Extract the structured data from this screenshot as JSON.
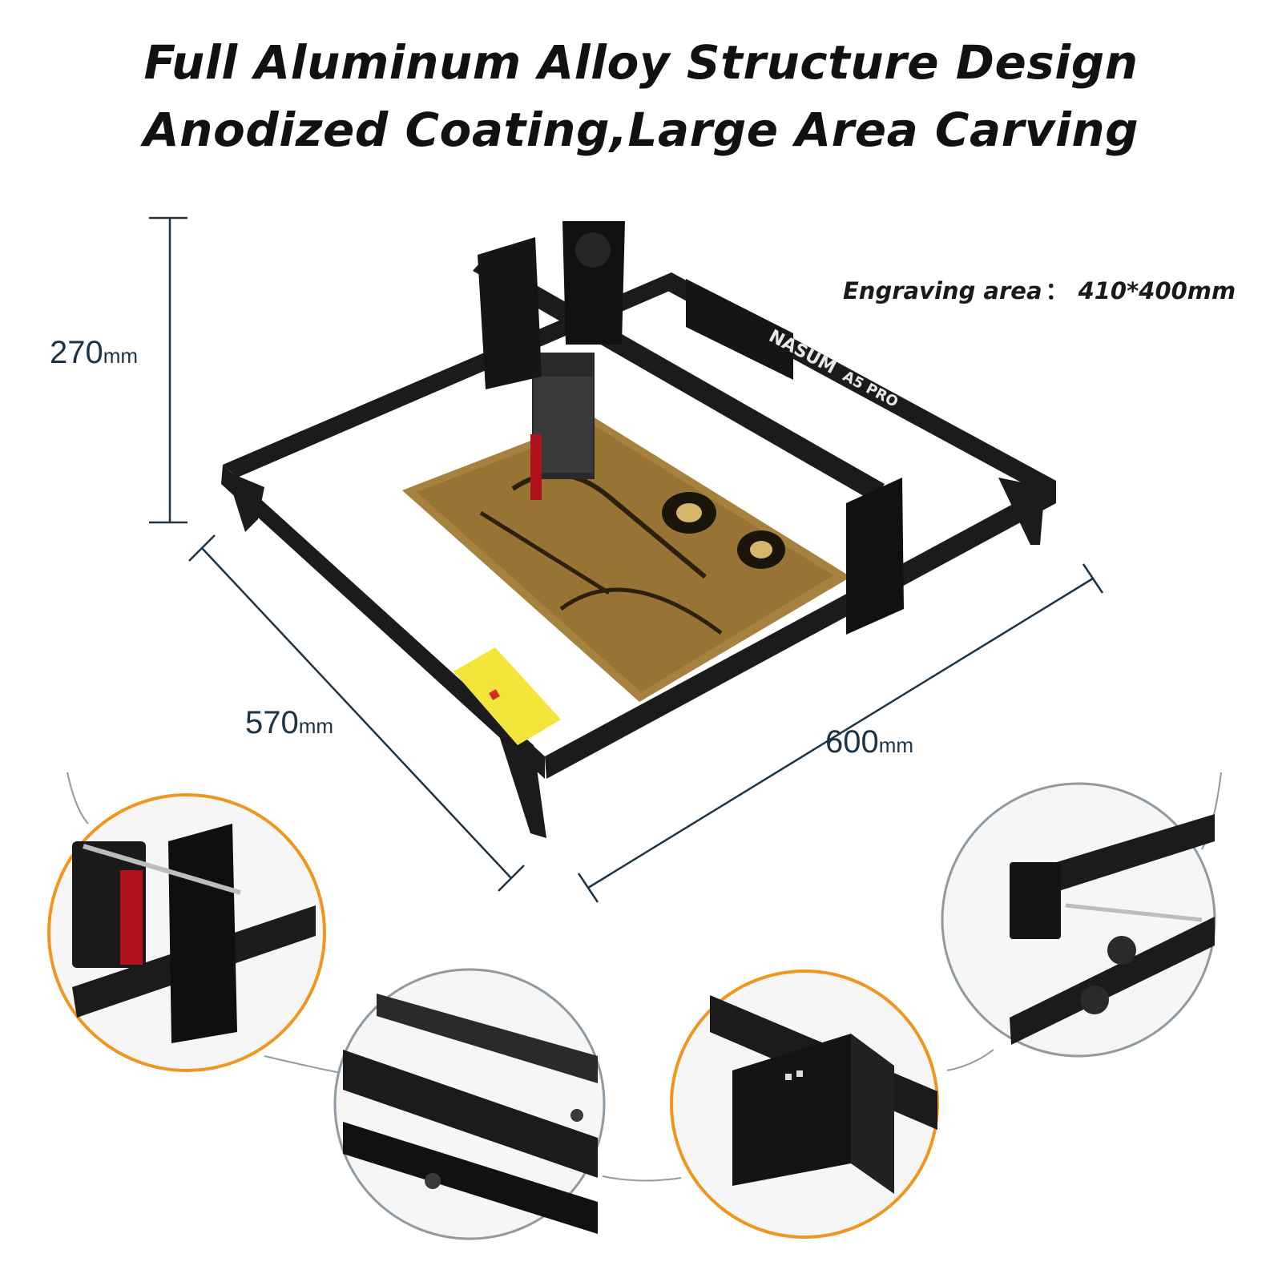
{
  "headline": {
    "line1": "Full Aluminum Alloy Structure Design",
    "line2": "Anodized Coating,Large Area Carving"
  },
  "dimensions": {
    "height": {
      "value": "270",
      "unit": "mm"
    },
    "depth": {
      "value": "570",
      "unit": "mm"
    },
    "width": {
      "value": "600",
      "unit": "mm"
    }
  },
  "engraving_area": {
    "label": "Engraving area",
    "separator": "：",
    "value": "410*400mm"
  },
  "product": {
    "brand": "NASUM",
    "model": "A5 PRO"
  },
  "colors": {
    "frame": "#1b1b1b",
    "accent_orange": "#f0961e",
    "callout_gray": "#8f9aa2",
    "dimension_line": "#1d3446",
    "wood": "#a7823f"
  }
}
